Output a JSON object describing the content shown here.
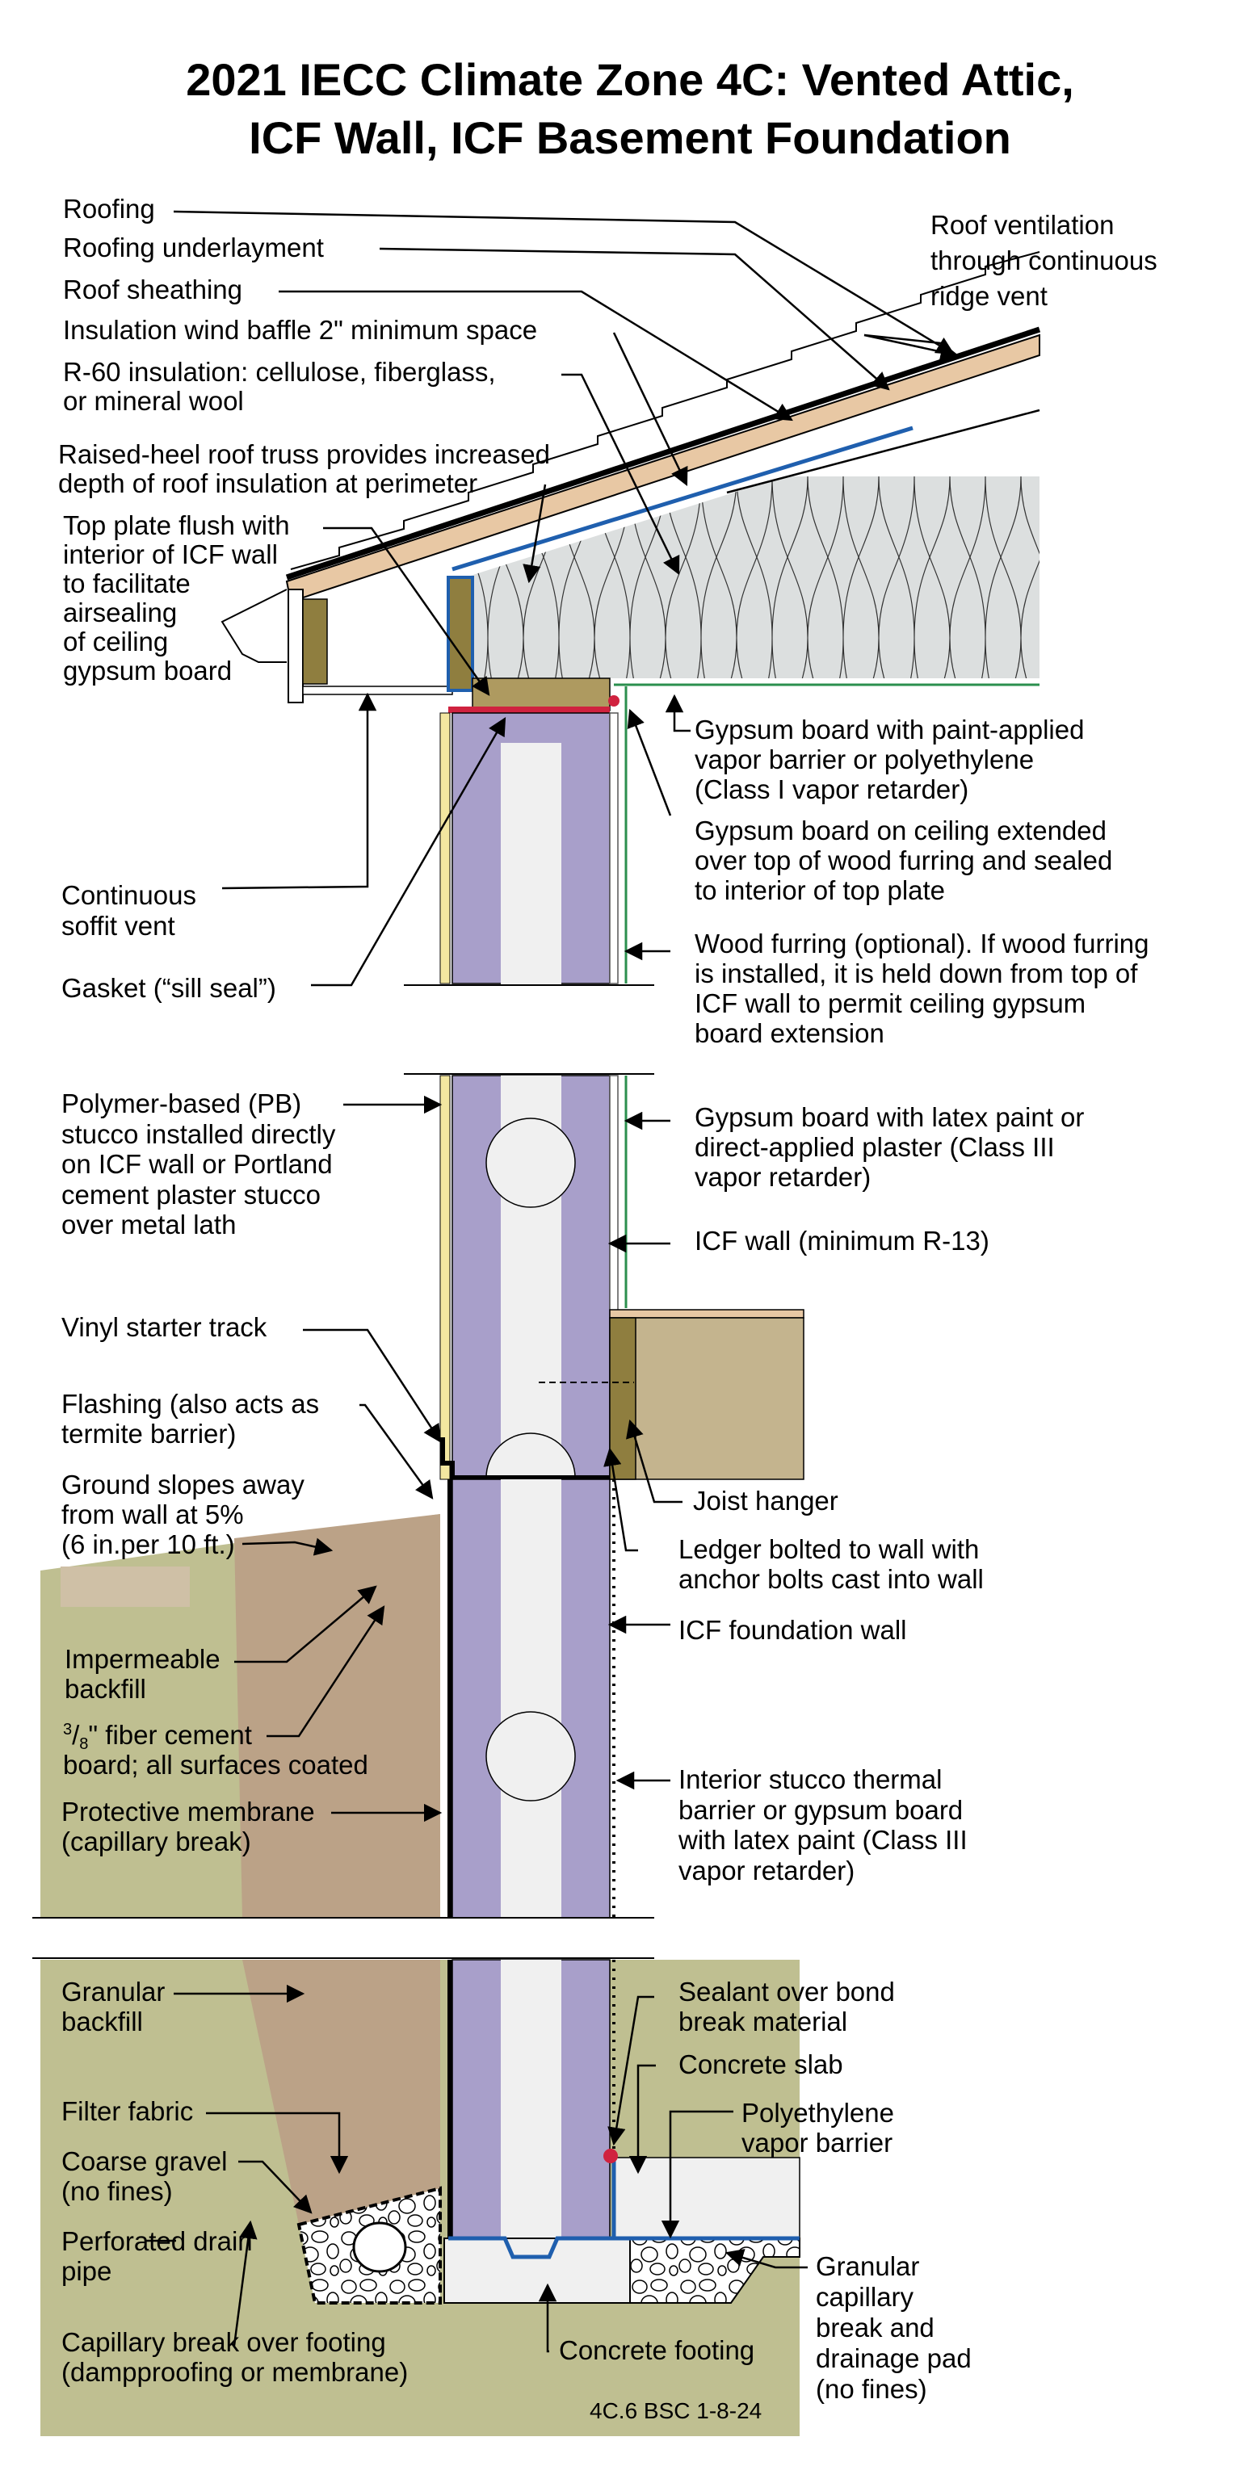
{
  "title": {
    "line1": "2021 IECC Climate Zone 4C: Vented Attic,",
    "line2": "ICF Wall, ICF Basement Foundation"
  },
  "colors": {
    "icf_foam": "#a89fca",
    "concrete": "#f0f0f0",
    "insulation": "#dcdfdf",
    "wood_framing": "#8f7e3f",
    "wood_plate": "#ae9a60",
    "roof_sheathing": "#e8c8a4",
    "floor_joist": "#c4b48e",
    "air_barrier_blue": "#1f5fae",
    "gasket_red": "#d0223f",
    "impermeable_backfill": "#bba287",
    "native_soil": "#bfbf91",
    "stucco_yellow": "#f3e7a0",
    "ceiling_green": "#2b8f4e"
  },
  "labels": {
    "roofing": "Roofing",
    "roofing_underlayment": "Roofing underlayment",
    "roof_sheathing": "Roof sheathing",
    "wind_baffle": "Insulation wind baffle 2\" minimum space",
    "r60_line1": "R-60 insulation: cellulose, fiberglass,",
    "r60_line2": "or mineral wool",
    "truss_line1": "Raised-heel roof truss provides increased",
    "truss_line2": "depth of roof insulation at perimeter",
    "top_plate": [
      "Top plate flush with",
      "interior of ICF wall",
      "to facilitate",
      "airsealing",
      "of ceiling",
      "gypsum board"
    ],
    "ridge_vent": [
      "Roof ventilation",
      "through continuous",
      "ridge vent"
    ],
    "gypsum_class1": [
      "Gypsum board with paint-applied",
      "vapor barrier or polyethylene",
      "(Class I vapor retarder)"
    ],
    "gypsum_extended": [
      "Gypsum board on ceiling extended",
      "over top of wood furring and sealed",
      "to interior of top plate"
    ],
    "soffit_vent": [
      "Continuous",
      "soffit vent"
    ],
    "gasket": "Gasket (“sill seal”)",
    "wood_furring": [
      "Wood furring (optional). If wood furring",
      "is installed, it is held down from top of",
      "ICF wall to permit ceiling gypsum",
      "board extension"
    ],
    "pb_stucco": [
      "Polymer-based (PB)",
      "stucco installed directly",
      "on ICF wall or Portland",
      "cement plaster stucco",
      "over metal lath"
    ],
    "gypsum_class3": [
      "Gypsum board with latex paint or",
      "direct-applied plaster (Class III",
      "vapor retarder)"
    ],
    "icf_wall": "ICF wall (minimum R-13)",
    "vinyl_track": "Vinyl starter track",
    "flashing": [
      "Flashing (also acts as",
      "termite barrier)"
    ],
    "ground_slope": [
      "Ground slopes away",
      "from wall at 5%",
      "(6 in.per 10 ft.)"
    ],
    "joist_hanger": "Joist hanger",
    "ledger": [
      "Ledger bolted to wall with",
      "anchor bolts cast into wall"
    ],
    "icf_foundation": "ICF foundation wall",
    "impermeable_backfill": [
      "Impermeable",
      "backfill"
    ],
    "fiber_cement_num": "3",
    "fiber_cement_den": "8",
    "fiber_cement_line1": "\" fiber cement",
    "fiber_cement_line2": "board; all surfaces coated",
    "protective_membrane": [
      "Protective membrane",
      "(capillary break)"
    ],
    "interior_stucco": [
      "Interior stucco thermal",
      "barrier or gypsum board",
      "with latex paint (Class III",
      "vapor retarder)"
    ],
    "granular_backfill": [
      "Granular",
      "backfill"
    ],
    "sealant": [
      "Sealant over bond",
      "break material"
    ],
    "concrete_slab": "Concrete slab",
    "poly_barrier": [
      "Polyethylene",
      "vapor barrier"
    ],
    "filter_fabric": "Filter fabric",
    "coarse_gravel": [
      "Coarse gravel",
      "(no fines)"
    ],
    "drain_pipe": [
      "Perforated drain",
      "pipe"
    ],
    "capillary_footing": [
      "Capillary break over footing",
      "(dampproofing or membrane)"
    ],
    "concrete_footing": "Concrete footing",
    "granular_pad": [
      "Granular",
      "capillary",
      "break and",
      "drainage pad",
      "(no fines)"
    ]
  },
  "reference_code": "4C.6 BSC 1-8-24"
}
